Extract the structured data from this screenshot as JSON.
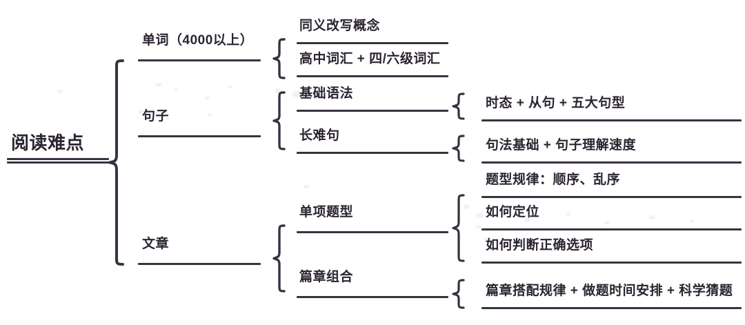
{
  "diagram": {
    "title": "阅读难点",
    "theme": {
      "line_color": "#3b3040",
      "text_color": "#2b2430",
      "background": "#ffffff"
    },
    "root": {
      "label": "阅读难点"
    },
    "level1": [
      {
        "id": "words",
        "label": "单词（4000以上）"
      },
      {
        "id": "sentences",
        "label": "句子"
      },
      {
        "id": "articles",
        "label": "文章"
      }
    ],
    "level2": [
      {
        "id": "synonym",
        "parent": "words",
        "label": "同义改写概念"
      },
      {
        "id": "vocab",
        "parent": "words",
        "label": "高中词汇 + 四/六级词汇"
      },
      {
        "id": "basicgrammar",
        "parent": "sentences",
        "label": "基础语法"
      },
      {
        "id": "longsentence",
        "parent": "sentences",
        "label": "长难句"
      },
      {
        "id": "singleq",
        "parent": "articles",
        "label": "单项题型"
      },
      {
        "id": "passagecombo",
        "parent": "articles",
        "label": "篇章组合"
      }
    ],
    "level3": [
      {
        "id": "tense",
        "parent": "basicgrammar",
        "label": "时态 + 从句 + 五大句型"
      },
      {
        "id": "syntax",
        "parent": "longsentence",
        "label": "句法基础 + 句子理解速度"
      },
      {
        "id": "qpattern",
        "parent": "singleq",
        "label": "题型规律：顺序、乱序"
      },
      {
        "id": "locate",
        "parent": "singleq",
        "label": "如何定位"
      },
      {
        "id": "judge",
        "parent": "singleq",
        "label": "如何判断正确选项"
      },
      {
        "id": "combo",
        "parent": "passagecombo",
        "label": "篇章搭配规律 + 做题时间安排 + 科学猜题"
      }
    ]
  }
}
